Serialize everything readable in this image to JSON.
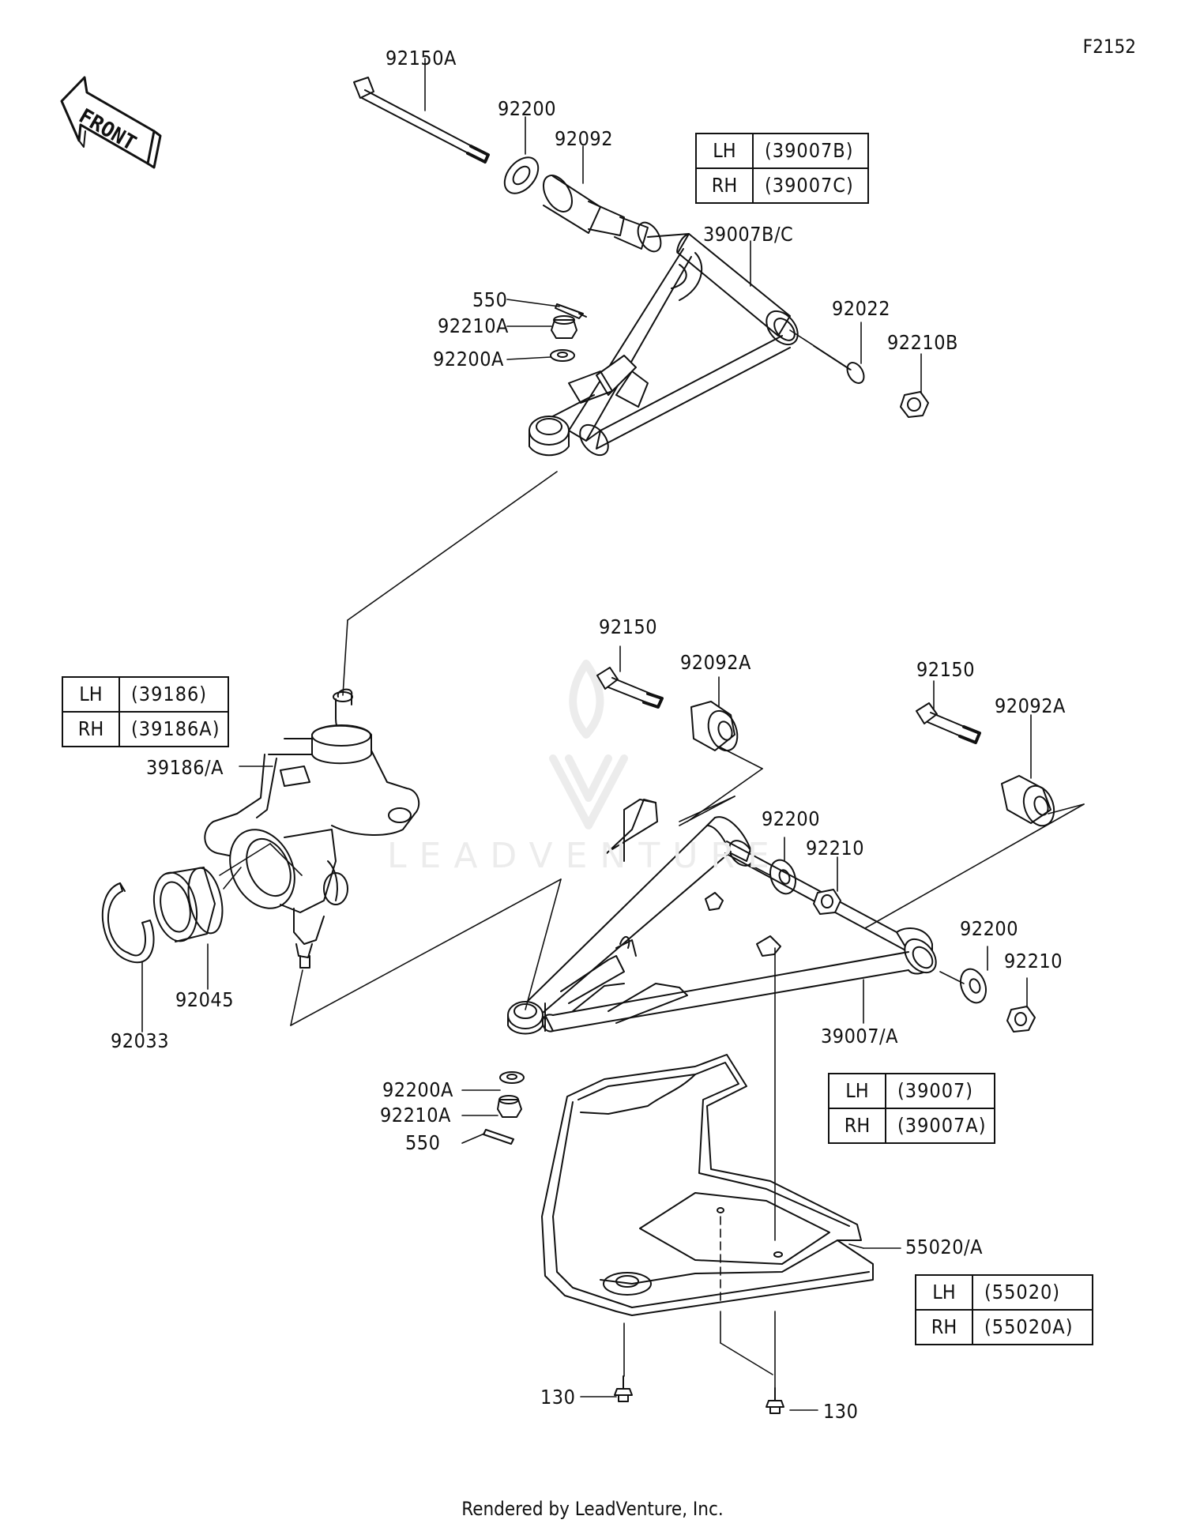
{
  "page_code": "F2152",
  "front_label": "FRONT",
  "watermark": "LEADVENTURE",
  "footer": "Rendered by LeadVenture, Inc.",
  "part_labels": {
    "p92150A": "92150A",
    "p92200_top": "92200",
    "p92092": "92092",
    "p39007BC": "39007B/C",
    "p550_top": "550",
    "p92210A_top": "92210A",
    "p92200A_top": "92200A",
    "p92022": "92022",
    "p92210B": "92210B",
    "p39186A": "39186/A",
    "p92045": "92045",
    "p92033": "92033",
    "p92150_l": "92150",
    "p92092A_l": "92092A",
    "p92150_r": "92150",
    "p92092A_r": "92092A",
    "p92200_m": "92200",
    "p92210_m": "92210",
    "p92200_r": "92200",
    "p92210_r": "92210",
    "p39007A": "39007/A",
    "p92200A_b": "92200A",
    "p92210A_b": "92210A",
    "p550_b": "550",
    "p55020A": "55020/A",
    "p130_l": "130",
    "p130_r": "130"
  },
  "tables": {
    "upper_arm": [
      {
        "side": "LH",
        "part": "(39007B)"
      },
      {
        "side": "RH",
        "part": "(39007C)"
      }
    ],
    "knuckle": [
      {
        "side": "LH",
        "part": "(39186)"
      },
      {
        "side": "RH",
        "part": "(39186A)"
      }
    ],
    "lower_arm": [
      {
        "side": "LH",
        "part": "(39007)"
      },
      {
        "side": "RH",
        "part": "(39007A)"
      }
    ],
    "guard": [
      {
        "side": "LH",
        "part": "(55020)"
      },
      {
        "side": "RH",
        "part": "(55020A)"
      }
    ]
  }
}
